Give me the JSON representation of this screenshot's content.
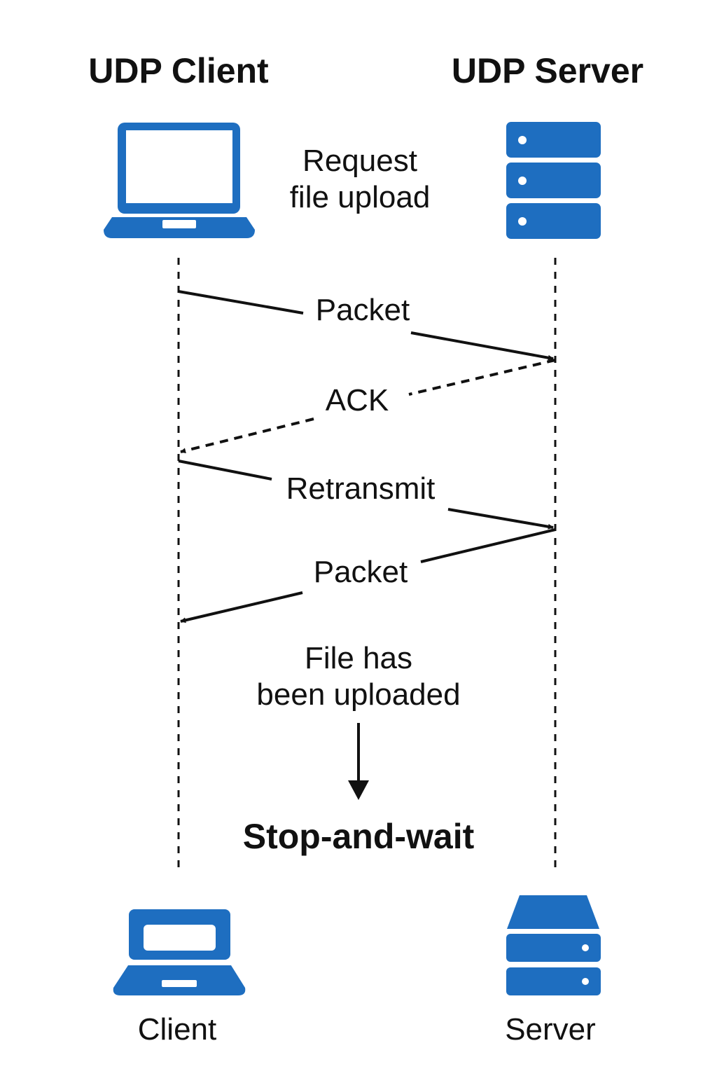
{
  "titles": {
    "client": "UDP Client",
    "server": "UDP Server"
  },
  "request_note": {
    "line1": "Request",
    "line2": "file upload"
  },
  "messages": [
    {
      "label": "Packet",
      "from": "client",
      "to": "server",
      "style": "solid"
    },
    {
      "label": "ACK",
      "from": "server",
      "to": "client",
      "style": "dashed"
    },
    {
      "label": "Retransmit",
      "from": "client",
      "to": "server",
      "style": "solid"
    },
    {
      "label": "Packet",
      "from": "server",
      "to": "client",
      "style": "solid"
    }
  ],
  "result_note": {
    "line1": "File has",
    "line2": "been uploaded"
  },
  "conclusion": "Stop-and-wait",
  "bottom_labels": {
    "client": "Client",
    "server": "Server"
  },
  "icons": {
    "top_client": "laptop-icon",
    "top_server": "server-rack-icon",
    "bottom_client": "laptop-icon",
    "bottom_server": "server-icon"
  },
  "colors": {
    "icon_blue": "#1E6EC0",
    "text": "#111111",
    "background": "#FFFFFF"
  }
}
